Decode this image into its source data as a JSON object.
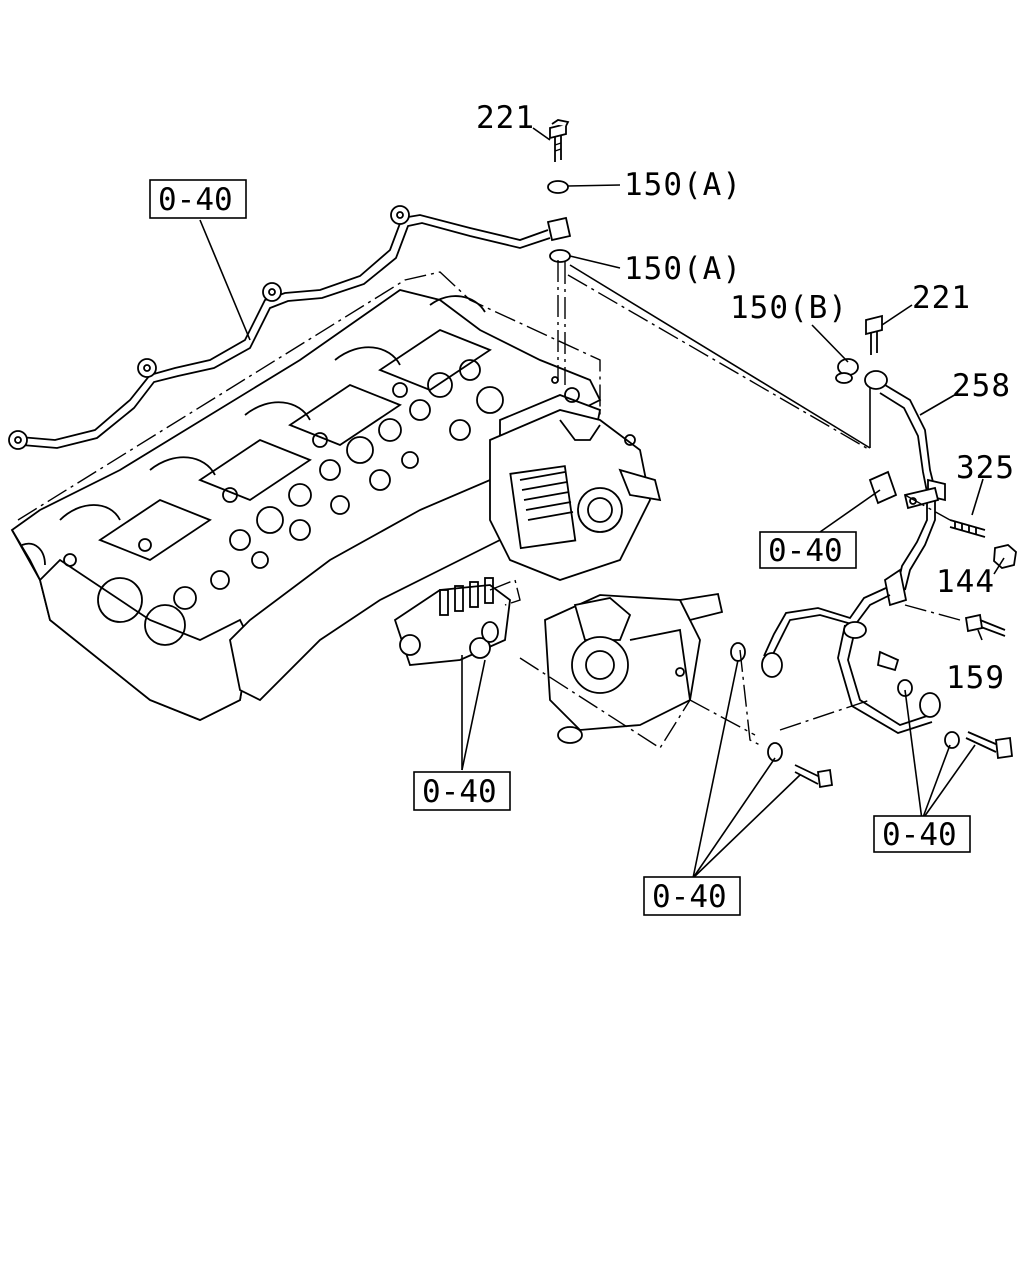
{
  "labels": {
    "bolt_221_top": "221",
    "washer_150a_upper": "150(A)",
    "washer_150a_lower": "150(A)",
    "washer_150b": "150(B)",
    "bolt_221_right": "221",
    "pipe_258": "258",
    "stud_325": "325",
    "nut_144": "144",
    "bolt_159": "159"
  },
  "references": {
    "ref_top_left": "0-40",
    "ref_mid_right": "0-40",
    "ref_pump": "0-40",
    "ref_bottom_right": "0-40",
    "ref_bottom_center": "0-40"
  }
}
